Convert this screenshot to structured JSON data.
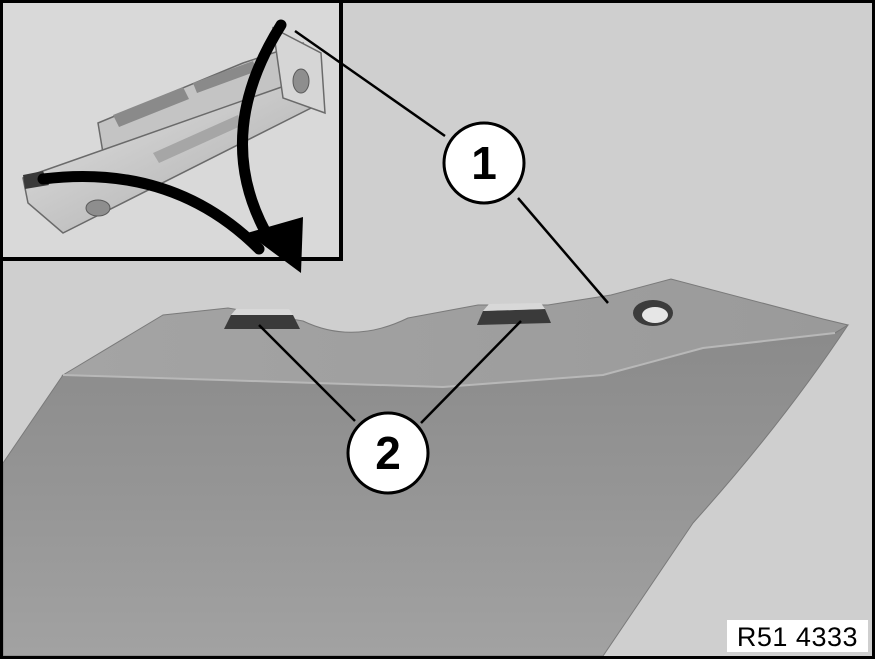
{
  "figure": {
    "reference_code": "R51 4333",
    "callouts": [
      {
        "number": "1"
      },
      {
        "number": "2"
      }
    ],
    "colors": {
      "background": "#cfcfcf",
      "panel_top": "#9a9a9a",
      "panel_front": "#8e8e8e",
      "inset_background": "#d9d9d9",
      "outline": "#000000"
    },
    "icons": [
      "curved-arrow-icon",
      "mounting-clip-icon"
    ]
  }
}
